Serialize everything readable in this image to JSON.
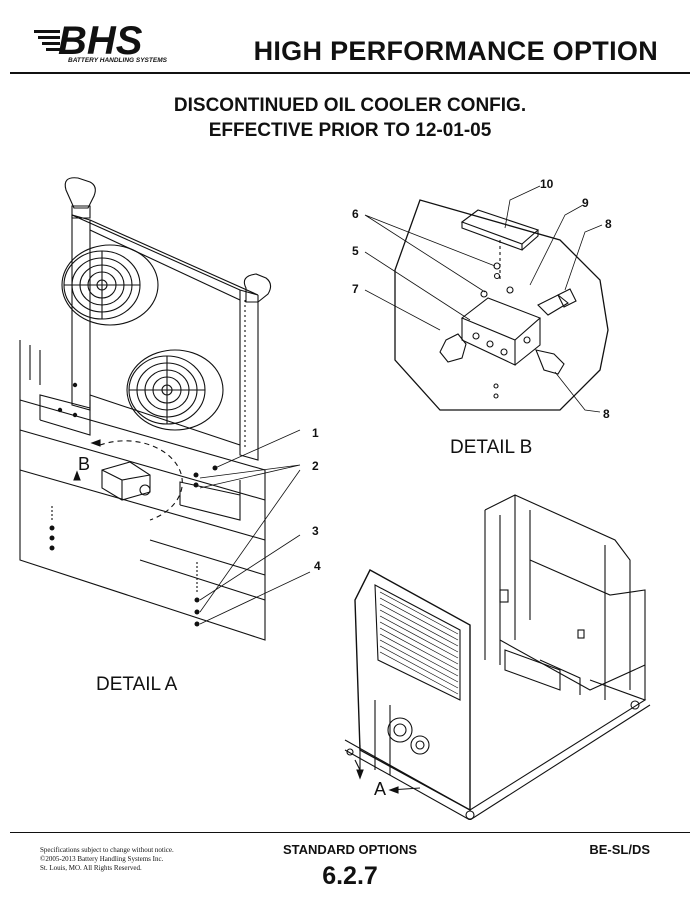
{
  "header": {
    "logo_text": "BHS",
    "logo_tagline": "BATTERY HANDLING SYSTEMS",
    "title": "HIGH PERFORMANCE OPTION"
  },
  "subtitle": {
    "line1": "DISCONTINUED OIL COOLER CONFIG.",
    "line2": "EFFECTIVE PRIOR TO 12-01-05"
  },
  "drawing": {
    "detail_a_label": "DETAIL  A",
    "detail_b_label": "DETAIL  B",
    "callout_a": "A",
    "callout_b": "B",
    "parts": [
      "1",
      "2",
      "3",
      "4"
    ],
    "detail_b_parts": [
      "10",
      "9",
      "8",
      "6",
      "5",
      "7",
      "8"
    ]
  },
  "footer": {
    "copyright": [
      "Specifications subject to change without notice.",
      "©2005-2013 Battery Handling Systems Inc.",
      "St. Louis, MO.  All Rights Reserved."
    ],
    "section": "STANDARD OPTIONS",
    "page_number": "6.2.7",
    "doc_code": "BE-SL/DS"
  }
}
